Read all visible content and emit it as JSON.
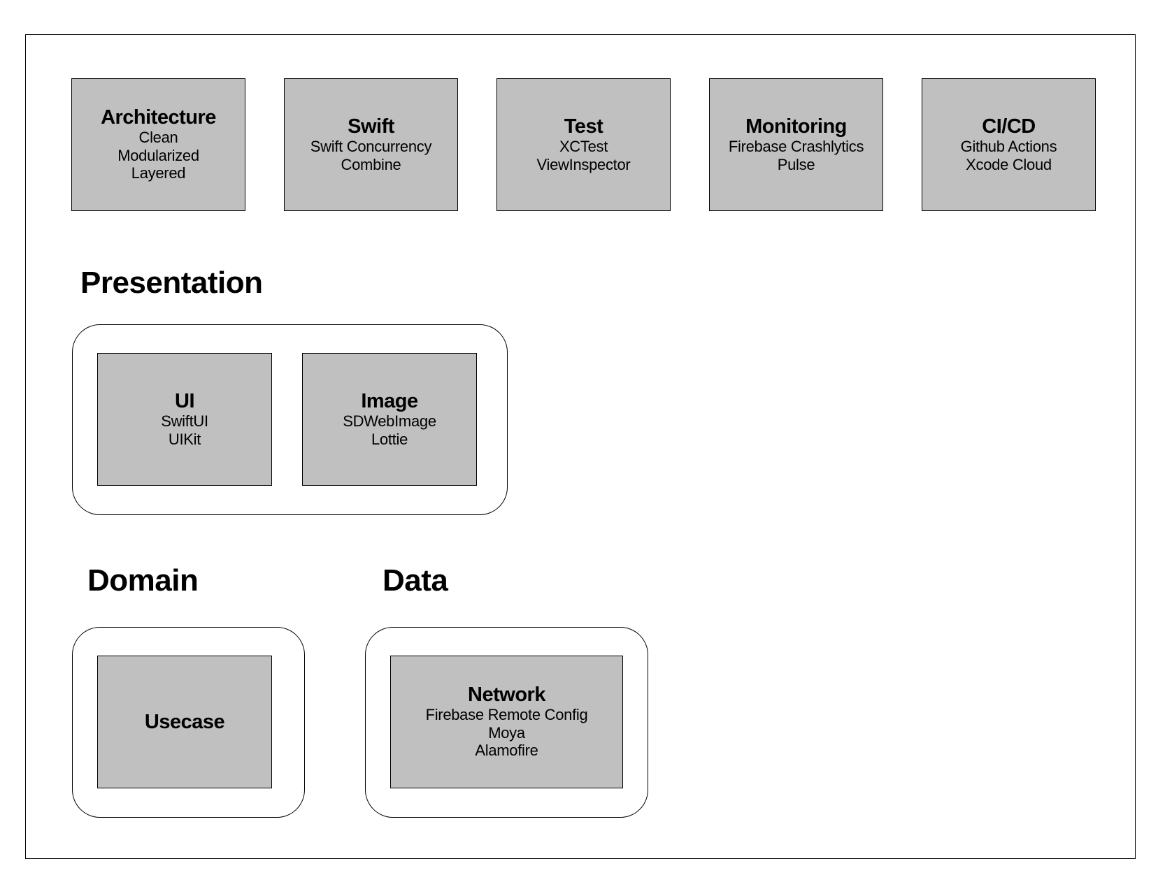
{
  "top_boxes": [
    {
      "title": "Architecture",
      "lines": [
        "Clean",
        "Modularized",
        "Layered"
      ]
    },
    {
      "title": "Swift",
      "lines": [
        "Swift Concurrency",
        "Combine"
      ]
    },
    {
      "title": "Test",
      "lines": [
        "XCTest",
        "ViewInspector"
      ]
    },
    {
      "title": "Monitoring",
      "lines": [
        "Firebase Crashlytics",
        "Pulse"
      ]
    },
    {
      "title": "CI/CD",
      "lines": [
        "Github Actions",
        "Xcode Cloud"
      ]
    }
  ],
  "presentation": {
    "heading": "Presentation",
    "boxes": [
      {
        "title": "UI",
        "lines": [
          "SwiftUI",
          "UIKit"
        ]
      },
      {
        "title": "Image",
        "lines": [
          "SDWebImage",
          "Lottie"
        ]
      }
    ]
  },
  "domain": {
    "heading": "Domain",
    "boxes": [
      {
        "title": "Usecase",
        "lines": []
      }
    ]
  },
  "data": {
    "heading": "Data",
    "boxes": [
      {
        "title": "Network",
        "lines": [
          "Firebase Remote Config",
          "Moya",
          "Alamofire"
        ]
      }
    ]
  },
  "colors": {
    "box_fill": "#c0c0c0",
    "stroke": "#000000",
    "background": "#ffffff"
  }
}
